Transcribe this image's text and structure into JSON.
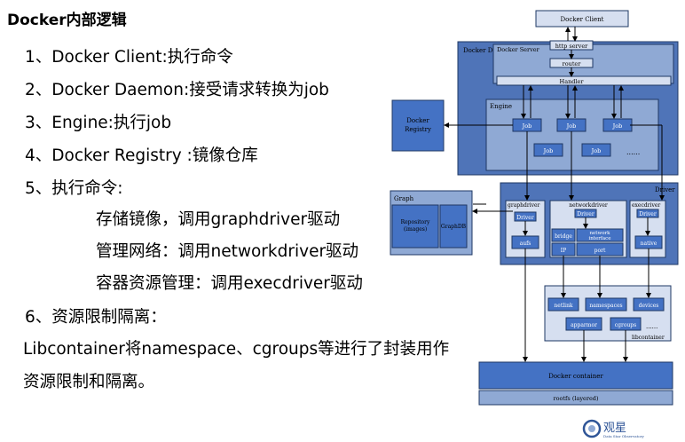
{
  "title": "Docker内部逻辑",
  "items": [
    "1、Docker Client:执行命令",
    "2、Docker Daemon:接受请求转换为job",
    "3、Engine:执行job",
    "4、Docker Registry :镜像仓库",
    "5、执行命令:",
    "存储镜像，调用graphdriver驱动",
    "管理网络：调用networkdriver驱动",
    "容器资源管理：调用execdriver驱动",
    "6、资源限制隔离：",
    "Libcontainer将namespace、cgroups等进行了封装用作",
    "资源限制和隔离。"
  ],
  "diagram": {
    "docker_client": "Docker Client",
    "docker_daemon": "Docker Daemon",
    "docker_server": "Docker Server",
    "http_server": "http server",
    "router": "router",
    "handler": "Handler",
    "engine": "Engine",
    "job": "Job",
    "ellipsis": "......",
    "docker_registry": "Docker Registry",
    "graph": "Graph",
    "repository": "Repository (images)",
    "graphdb": "GraphDB",
    "driver": "Driver",
    "graphdriver": "graphdriver",
    "networkdriver": "networkdriver",
    "execdriver": "execdriver",
    "driver_small": "Driver",
    "aufs": "aufs",
    "bridge": "bridge",
    "network_interface": "network interface",
    "ip": "IP",
    "port": "port",
    "native": "native",
    "netlink": "netlink",
    "namespaces": "namespaces",
    "devices": "devices",
    "apparmor": "apparmor",
    "cgroups": "cgroups",
    "libcontainer": "libcontainer",
    "docker_container": "Docker container",
    "rootfs": "rootfs (layered)"
  },
  "logo_text": "观星",
  "logo_sub": "Data Star Observatory",
  "colors": {
    "dark_blue": "#2f5597",
    "mid_blue": "#8fa9d4",
    "light_blue": "#d6dff0",
    "box_blue": "#4472c4"
  }
}
